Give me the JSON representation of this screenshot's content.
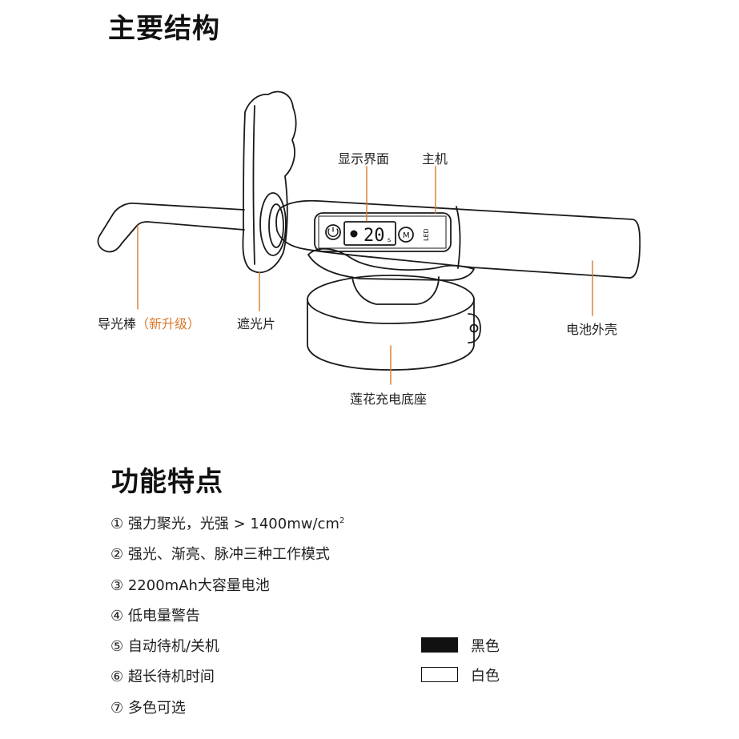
{
  "sections": {
    "structure_title": "主要结构",
    "features_title": "功能特点"
  },
  "diagram": {
    "labels": {
      "display": "显示界面",
      "main_unit": "主机",
      "light_guide": "导光棒",
      "light_guide_note": "（新升级）",
      "light_shield": "遮光片",
      "battery_shell": "电池外壳",
      "charging_base": "莲花充电底座"
    },
    "screen": {
      "value": "20",
      "unit": "s",
      "mode_key": "M",
      "led_text": "LED"
    },
    "accent_color": "#d87a2c"
  },
  "features": [
    "① 强力聚光，光强 > 1400mw/cm",
    "② 强光、渐亮、脉冲三种工作模式",
    "③ 2200mAh大容量电池",
    "④ 低电量警告",
    "⑤ 自动待机/关机",
    "⑥ 超长待机时间",
    "⑦ 多色可选"
  ],
  "feature_superscript": "2",
  "colors_options": [
    {
      "name": "黑色",
      "swatch": "#111111"
    },
    {
      "name": "白色",
      "swatch": "#ffffff"
    }
  ]
}
